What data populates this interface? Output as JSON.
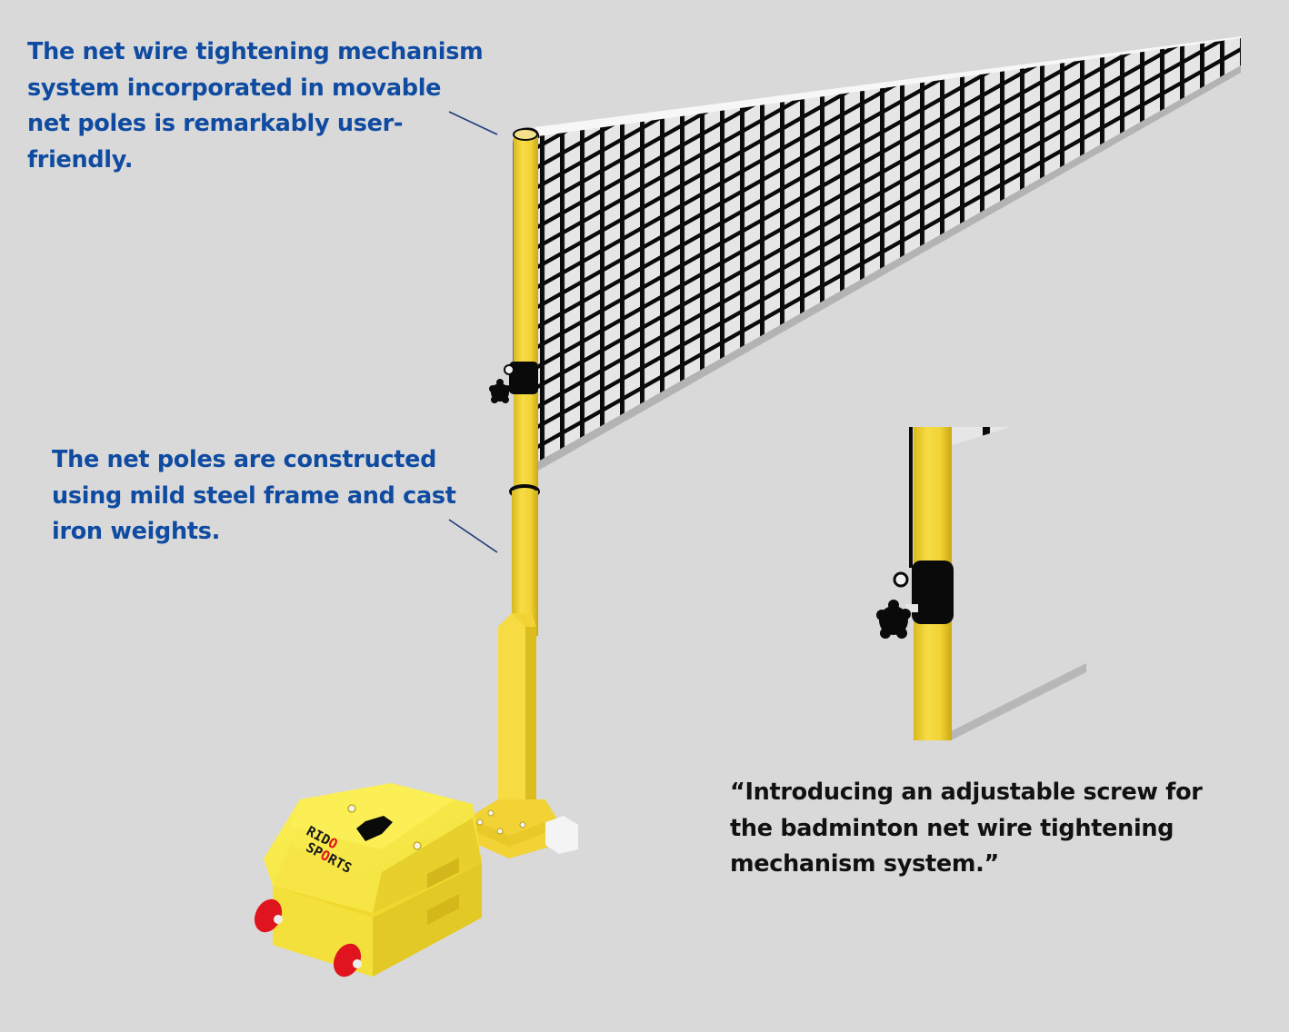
{
  "captions": {
    "mechanism": "The net wire tightening mechanism\nsystem incorporated in movable\nnet poles  is remarkably user-\nfriendly.",
    "construction": "The net poles are constructed\nusing mild steel frame and cast\niron weights.",
    "quote": "“Introducing an adjustable screw for\nthe badminton net wire tightening\nmechanism system.”"
  },
  "brand": {
    "line1": "RID",
    "line1_accent": "O",
    "line2_start": "SP",
    "line2_accent": "O",
    "line2_end": "RTS"
  },
  "colors": {
    "background": "#d9d9d9",
    "caption_blue": "#0f4ba1",
    "caption_dark": "#111111",
    "pole_yellow": "#f2d336",
    "base_yellow": "#f5e23a",
    "net_black": "#0a0a0a",
    "wheel_red": "#e0141e",
    "leader_line": "#1e3a78"
  },
  "illustration": {
    "main": "movable-badminton-net-pole-with-net",
    "inset": "closeup-of-tightening-screw-knob"
  }
}
